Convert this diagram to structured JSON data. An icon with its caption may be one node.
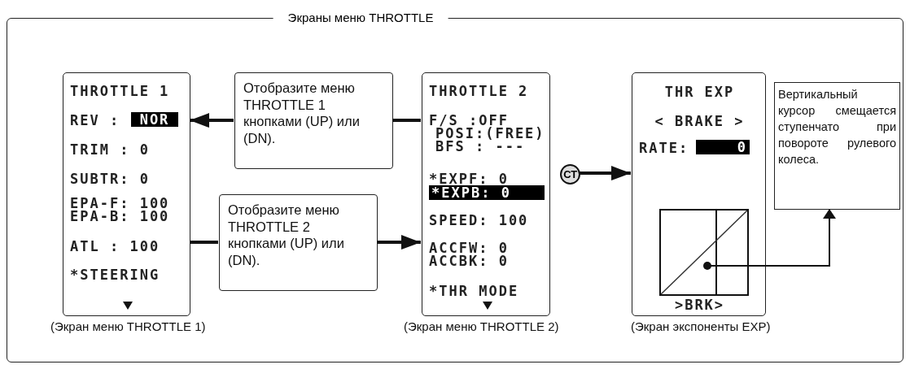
{
  "diagram": {
    "nodes": [
      {
        "text": [
          "Экраны меню THROTTLE"
        ]
      },
      {
        "text": [
          "THROTTLE 1",
          "REV :",
          "NOR",
          "TRIM : 0",
          "SUBTR: 0",
          "EPA-F: 100",
          "EPA-B: 100",
          "ATL : 100",
          "*STEERING"
        ],
        "beside": [
          "(Экран меню THROTTLE 1)"
        ],
        "in": 0
      },
      {
        "text": [
          "Отобразите меню THROTTLE 1 кнопками (UP) или (DN)."
        ],
        "in": 0
      },
      {
        "text": [
          "Отобразите меню THROTTLE 2 кнопками (UP) или (DN)."
        ],
        "in": 0
      },
      {
        "text": [
          "THROTTLE 2",
          "F/S :OFF",
          "POSI:(FREE)",
          "BFS : ---",
          "*EXPF: 0",
          "*EXPB: 0",
          "SPEED: 100",
          "ACCFW: 0",
          "ACCBK: 0",
          "*THR MODE"
        ],
        "beside": [
          "(Экран меню THROTTLE 2)"
        ],
        "in": 0
      },
      {
        "text": [
          "CT"
        ],
        "in": 0
      },
      {
        "text": [
          "THR EXP",
          "< BRAKE >",
          "RATE:",
          "0",
          ">BRK>"
        ],
        "beside": [
          "(Экран экспоненты EXP)"
        ],
        "in": 0
      },
      {
        "text": [],
        "shape": "picture",
        "in": 6
      },
      {
        "text": [
          "Вертикальный курсор смещается ступенчато при повороте рулевого колеса."
        ],
        "in": 0
      }
    ],
    "edges": [
      {
        "from": 4,
        "to": 2,
        "arrow": "none"
      },
      {
        "from": 2,
        "to": 1,
        "arrow": "to"
      },
      {
        "from": 1,
        "to": 3,
        "arrow": "none"
      },
      {
        "from": 3,
        "to": 4,
        "arrow": "to"
      },
      {
        "from": 5,
        "to": 6,
        "arrow": "to"
      },
      {
        "from": 7,
        "to": 8,
        "arrow": "to"
      }
    ]
  }
}
